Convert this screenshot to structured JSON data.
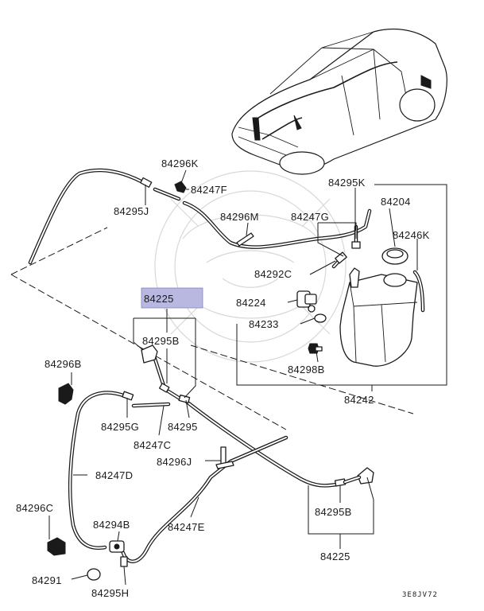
{
  "diagram": {
    "labels": {
      "p84296K": "84296K",
      "p84247F": "84247F",
      "p84295J": "84295J",
      "p84296M": "84296M",
      "p84247G": "84247G",
      "p84295K": "84295K",
      "p84204": "84204",
      "p84246K": "84246K",
      "p84292C": "84292C",
      "p84225_top": "84225",
      "p84224": "84224",
      "p84233": "84233",
      "p84295B_top": "84295B",
      "p84298B": "84298B",
      "p84296B": "84296B",
      "p84242": "84242",
      "p84295G": "84295G",
      "p84295": "84295",
      "p84247C": "84247C",
      "p84296J": "84296J",
      "p84247D": "84247D",
      "p84296C": "84296C",
      "p84294B": "84294B",
      "p84247E": "84247E",
      "p84295B_bottom": "84295B",
      "p84225_bottom": "84225",
      "p84291": "84291",
      "p84295H": "84295H"
    },
    "reference_code": "3E8JV72",
    "highlight_color": "#b8b8e0"
  }
}
